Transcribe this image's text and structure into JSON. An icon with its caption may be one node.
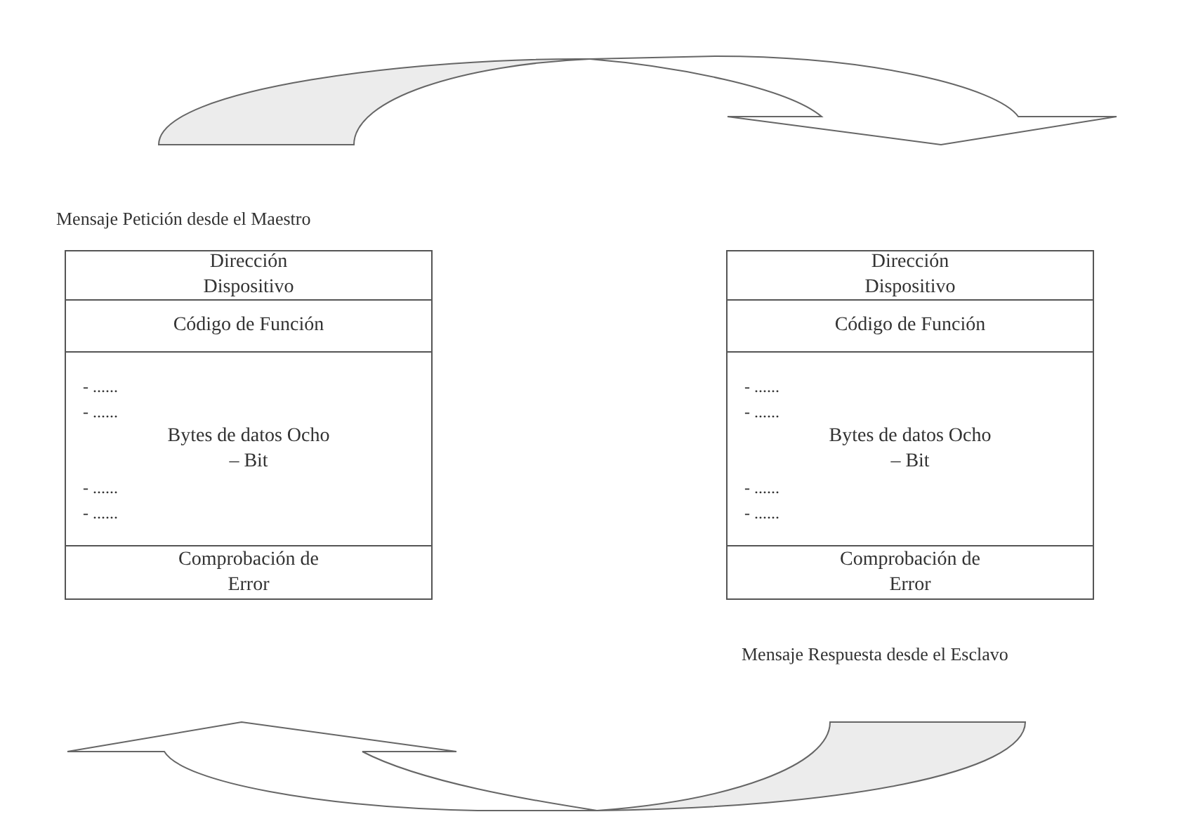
{
  "diagram": {
    "nodes": [
      {
        "text": [],
        "shape": "box",
        "beside": [
          "Mensaje Petición desde el Maestro"
        ]
      },
      {
        "text": [
          "Dirección Dispositivo"
        ],
        "in": 0
      },
      {
        "text": [
          "Código de Función"
        ],
        "in": 0
      },
      {
        "text": [
          "- ......",
          "- ......",
          "Bytes de datos Ocho – Bit",
          "- ......",
          "- ......"
        ],
        "in": 0
      },
      {
        "text": [
          "Comprobación  de Error"
        ],
        "in": 0
      },
      {
        "text": [],
        "shape": "box",
        "beside": [
          "Mensaje Respuesta desde el Esclavo"
        ]
      },
      {
        "text": [
          "Dirección Dispositivo"
        ],
        "in": 5
      },
      {
        "text": [
          "Código de Función"
        ],
        "in": 5
      },
      {
        "text": [
          "- ......",
          "- ......",
          "Bytes de datos Ocho – Bit",
          "- ......",
          "- ......"
        ],
        "in": 5
      },
      {
        "text": [
          "Comprobación  de Error"
        ],
        "in": 5
      }
    ],
    "edges": []
  }
}
